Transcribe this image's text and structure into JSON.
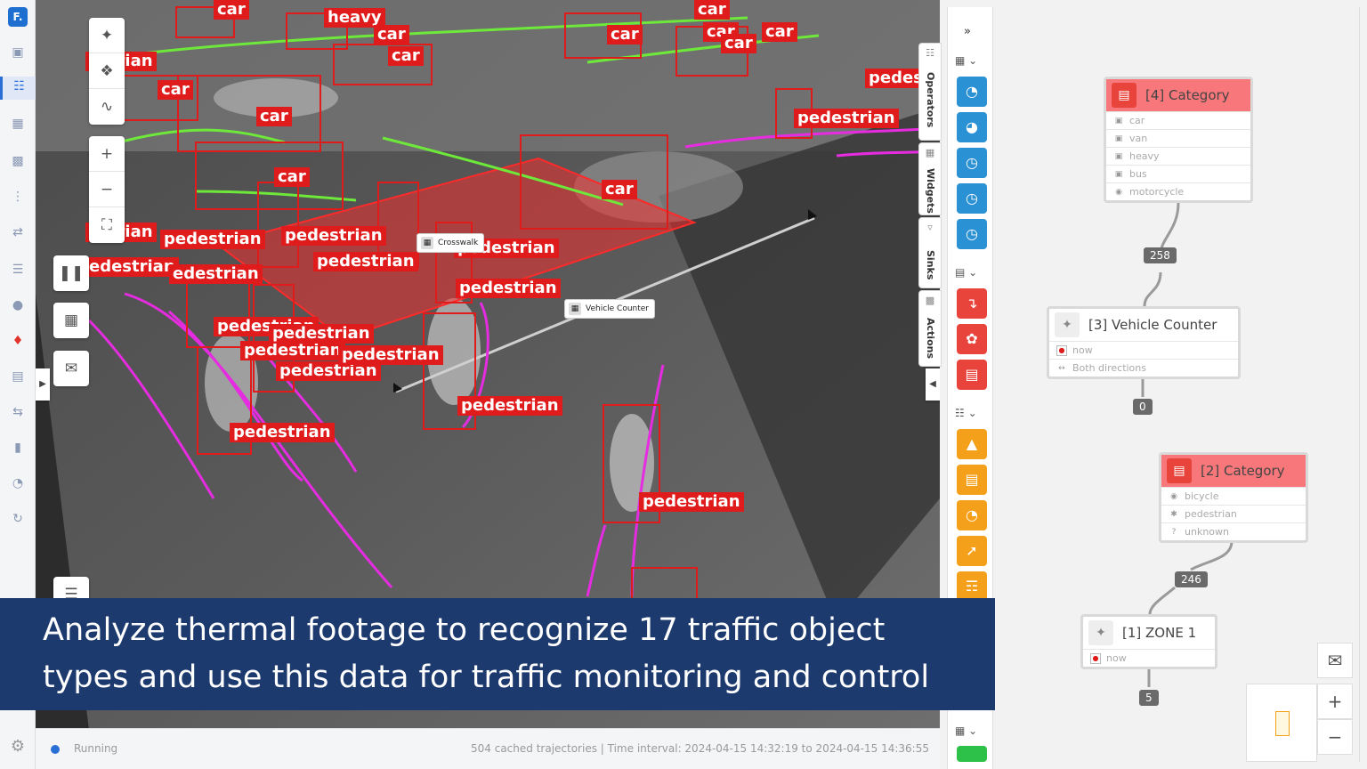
{
  "app": {
    "logo_letter": "F."
  },
  "video": {
    "tags": {
      "crosswalk": "Crosswalk",
      "vehicle_counter": "Vehicle Counter"
    },
    "labels": [
      "car",
      "heavy",
      "car",
      "car",
      "car",
      "car",
      "car",
      "car",
      "car",
      "car",
      "car",
      "car",
      "car",
      "estrian",
      "pedes",
      "pedestrian",
      "pedestrian",
      "pedestrian",
      "pedestrian",
      "pedestrian",
      "pedestrian",
      "pedestrian",
      "pedestrian",
      "pedestrian",
      "pedes",
      "pedestrian",
      "estrian",
      "edestrian",
      "edestrian",
      "pedestrian",
      "pedestrian",
      "pedestrian",
      "pedestrian"
    ]
  },
  "vtabs": {
    "operators": "Operators",
    "widgets": "Widgets",
    "sinks": "Sinks",
    "actions": "Actions"
  },
  "canvas": {
    "node_category_4": {
      "title": "[4] Category",
      "items": [
        "car",
        "van",
        "heavy",
        "bus",
        "motorcycle"
      ]
    },
    "badge_258": "258",
    "node_vehicle_counter": {
      "title": "[3] Vehicle Counter",
      "row1": "now",
      "row2": "Both directions"
    },
    "badge_0": "0",
    "node_category_2": {
      "title": "[2] Category",
      "items": [
        "bicycle",
        "pedestrian",
        "unknown"
      ]
    },
    "badge_246": "246",
    "node_zone_1": {
      "title": "[1] ZONE 1",
      "row1": "now"
    },
    "badge_5": "5"
  },
  "status": {
    "state": "Running",
    "info": "504 cached trajectories | Time interval: 2024-04-15 14:32:19 to 2024-04-15 14:36:55"
  },
  "caption": {
    "line1": "Analyze thermal footage to recognize 17 traffic object",
    "line2": "types and use this data for traffic monitoring and control"
  },
  "colors": {
    "accent": "#2a6fd6",
    "detection": "#e01b1b",
    "caption_bg": "#1d3a6e",
    "node_header": "#f7777a"
  }
}
